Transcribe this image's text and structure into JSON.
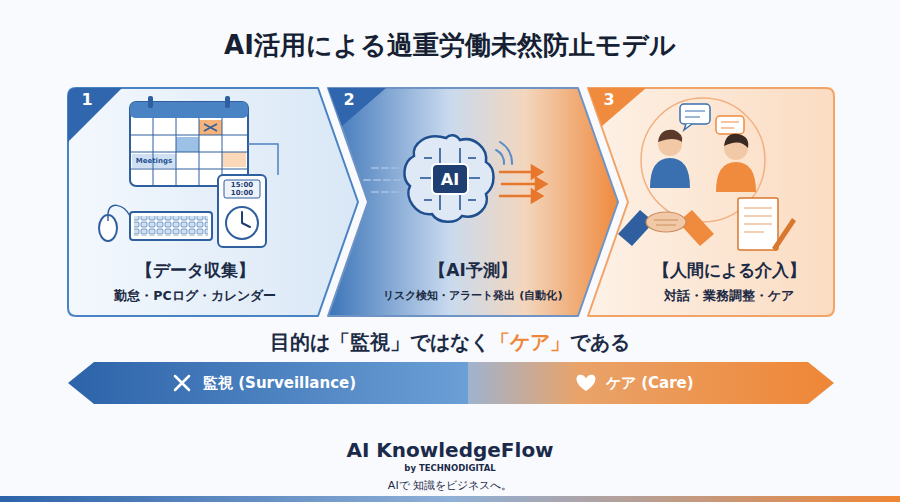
{
  "diagram": {
    "title": "AI活用による過重労働未然防止モデル",
    "nodes": [
      {
        "text": [
          "1",
          "【データ収集】",
          "勤怠・PCログ・カレンダー"
        ]
      },
      {
        "text": [
          "2",
          "【AI予測】",
          "リスク検知・アラート発出 (自動化)"
        ]
      },
      {
        "text": [
          "3",
          "【人間による介入】",
          "対話・業務調整・ケア"
        ]
      },
      {
        "text": [
          "監視 (Surveillance)"
        ]
      },
      {
        "text": [
          "ケア (Care)"
        ]
      }
    ],
    "labels": [
      "Meetings",
      "15:00",
      "10:00",
      "AI",
      "目的は「監視」ではなく",
      "「ケア」",
      "である",
      "AI KnowledgeFlow",
      "by TECHNODIGITAL",
      "AIで 知識をビジネスへ。"
    ]
  }
}
